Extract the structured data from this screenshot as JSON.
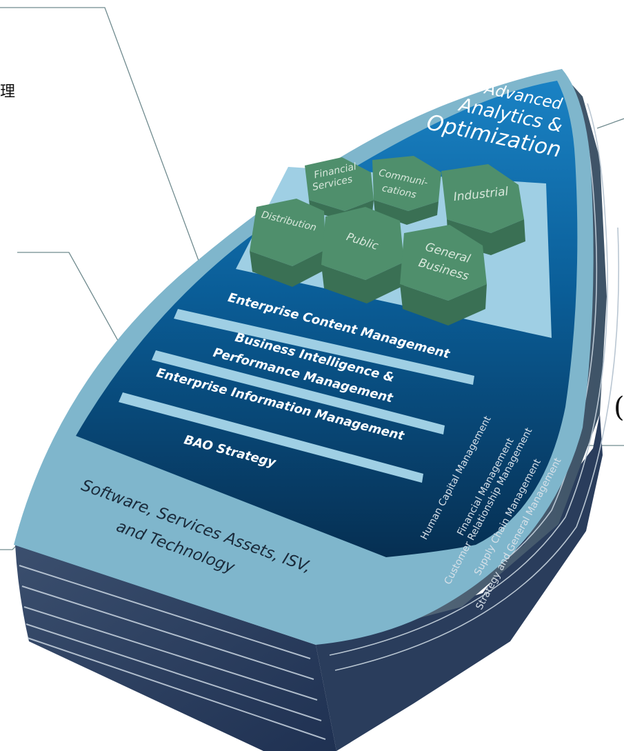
{
  "annotations": {
    "top_left_fragment": "理",
    "right_fragment": "("
  },
  "header": {
    "line1": "Advanced",
    "line2": "Analytics &",
    "line3": "Optimization"
  },
  "industries": [
    {
      "line1": "Financial",
      "line2": "Services"
    },
    {
      "line1": "Communi-",
      "line2": "cations"
    },
    {
      "line1": "Industrial",
      "line2": ""
    },
    {
      "line1": "Distribution",
      "line2": ""
    },
    {
      "line1": "Public",
      "line2": ""
    },
    {
      "line1": "General",
      "line2": "Business"
    }
  ],
  "layers": {
    "ecm": "Enterprise Content Management",
    "bi_line1": "Business Intelligence &",
    "bi_line2": "Performance Management",
    "eim": "Enterprise Information Management",
    "strategy": "BAO Strategy"
  },
  "base": {
    "line1": "Software, Services Assets, ISV,",
    "line2": "and Technology"
  },
  "side_labels": [
    "Human Capital Management",
    "Financial Management",
    "Customer Relationship Management",
    "Supply Chain Management",
    "Strategy and General Management"
  ],
  "colors": {
    "rim": "#7fb6cc",
    "blue_top": "#0b6fb0",
    "blue_bottom": "#0a3558",
    "light_panel": "#9fcfe4",
    "hexagon": "#4f8f6c",
    "hexagon_dark": "#3a7054",
    "side": "#4d6478",
    "hull_bottom": "#2c4367"
  }
}
